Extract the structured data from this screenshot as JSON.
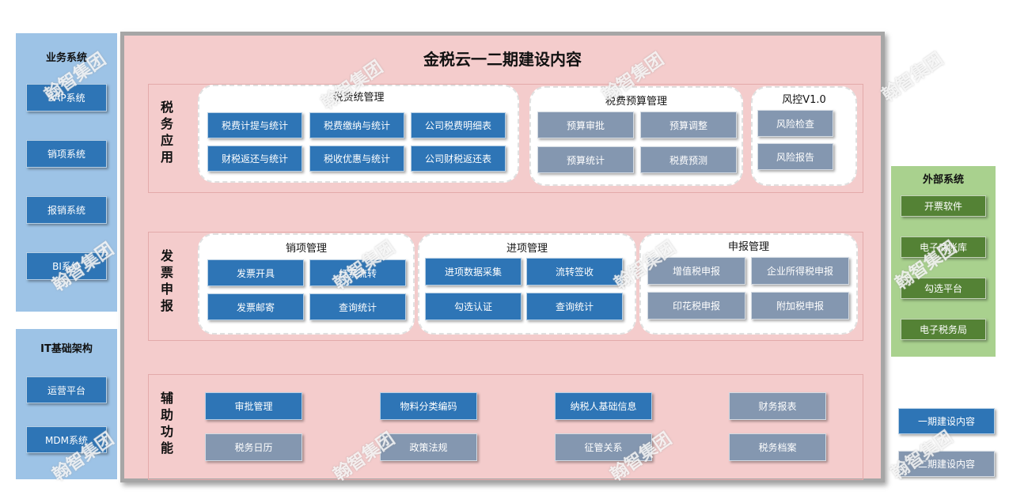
{
  "left_panel": {
    "business": {
      "title": "业务系统",
      "items": [
        "SAP系统",
        "销项系统",
        "报销系统",
        "BI系统"
      ]
    },
    "it": {
      "title": "IT基础架构",
      "items": [
        "运营平台",
        "MDM系统"
      ]
    }
  },
  "main": {
    "title": "金税云一二期建设内容",
    "tax_app": {
      "label": "税务应用",
      "tax_fee": {
        "title": "税费统管理",
        "items": [
          "税费计提与统计",
          "税费缴纳与统计",
          "公司税费明细表",
          "财税返还与统计",
          "税收优惠与统计",
          "公司财税返还表"
        ]
      },
      "budget": {
        "title": "税费预算管理",
        "items": [
          "预算审批",
          "预算调整",
          "预算统计",
          "税费预测"
        ]
      },
      "risk": {
        "title": "风控V1.0",
        "items": [
          "风险检查",
          "风险报告"
        ]
      }
    },
    "invoice": {
      "label": "发票申报",
      "sales": {
        "title": "销项管理",
        "items": [
          "发票开具",
          "红票流转",
          "发票邮寄",
          "查询统计"
        ]
      },
      "input": {
        "title": "进项管理",
        "items": [
          "进项数据采集",
          "流转签收",
          "勾选认证",
          "查询统计"
        ]
      },
      "declare": {
        "title": "申报管理",
        "items": [
          "增值税申报",
          "企业所得税申报",
          "印花税申报",
          "附加税申报"
        ]
      }
    },
    "aux": {
      "label": "辅助功能",
      "row1": [
        "审批管理",
        "物料分类编码",
        "纳税人基础信息",
        "财务报表"
      ],
      "row2": [
        "税务日历",
        "政策法规",
        "征管关系",
        "税务档案"
      ]
    }
  },
  "external": {
    "title": "外部系统",
    "items": [
      "开票软件",
      "电子底账库",
      "勾选平台",
      "电子税务局"
    ]
  },
  "legend": {
    "phase1": "一期建设内容",
    "phase2": "二期建设内容"
  },
  "watermark": "翰智集团",
  "colors": {
    "phase1": "#2e75b6",
    "phase2": "#8497b0",
    "external": "#548235",
    "main_bg": "#f4cccc",
    "panel_blue": "#9dc3e6",
    "panel_green": "#a9d18e"
  }
}
